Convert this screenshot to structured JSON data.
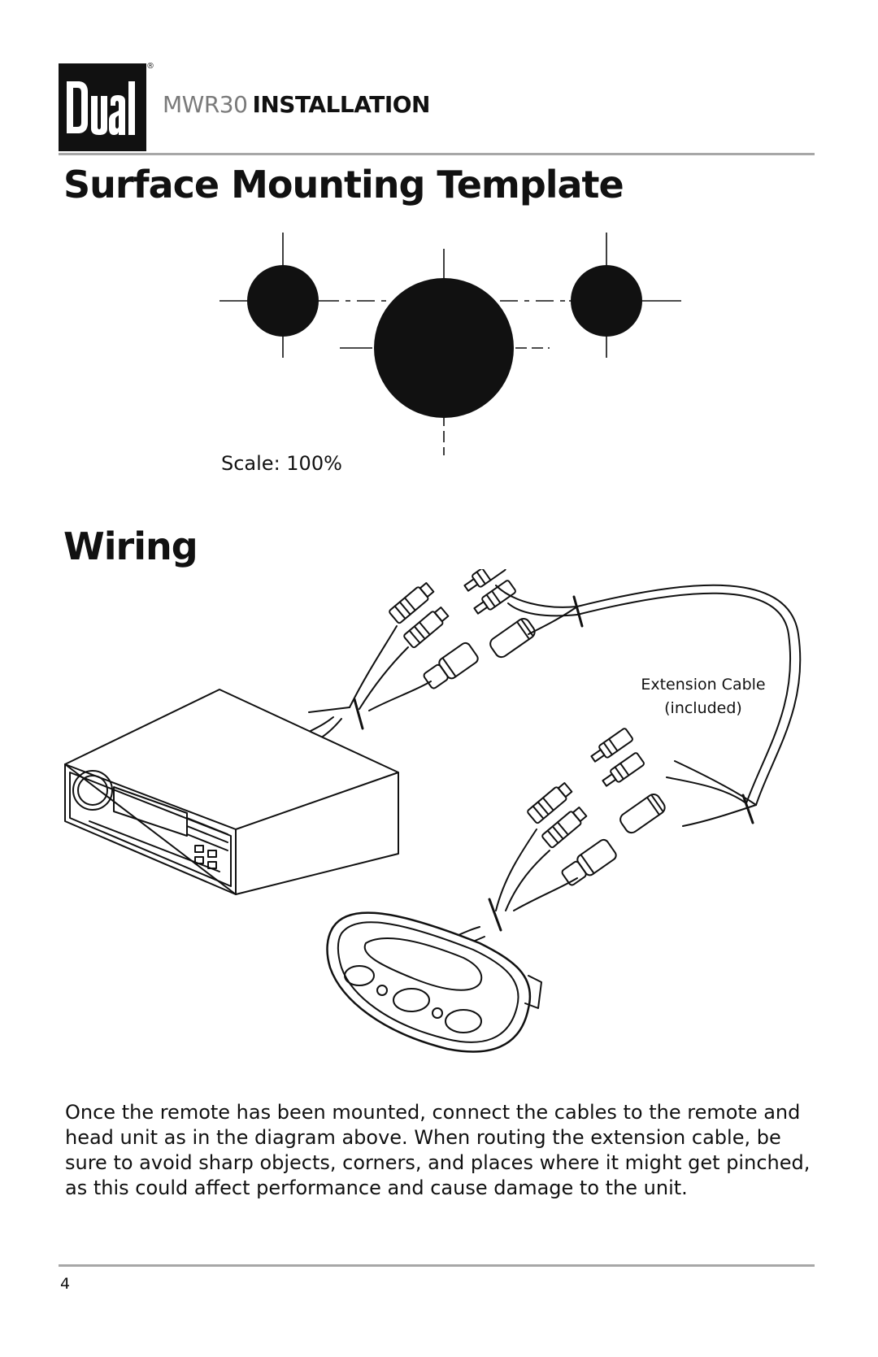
{
  "header": {
    "brand": "Dual",
    "registered_mark": "®",
    "model": "MWR30",
    "title": "INSTALLATION"
  },
  "sections": {
    "template_title": "Surface Mounting Template",
    "scale_label": "Scale: 100%",
    "wiring_title": "Wiring"
  },
  "diagram": {
    "extension_label": "Extension Cable",
    "extension_note": "(included)"
  },
  "body": {
    "paragraph": "Once the remote has been mounted, connect the cables to the remote and head unit as in the diagram above. When routing the extension cable, be sure to avoid sharp objects, corners, and places where it might get pinched, as this could affect performance and cause damage to the unit."
  },
  "footer": {
    "page_number": "4"
  },
  "colors": {
    "rule": "#a7a7a7",
    "model_gray": "#7a7a7a",
    "ink": "#111111"
  }
}
